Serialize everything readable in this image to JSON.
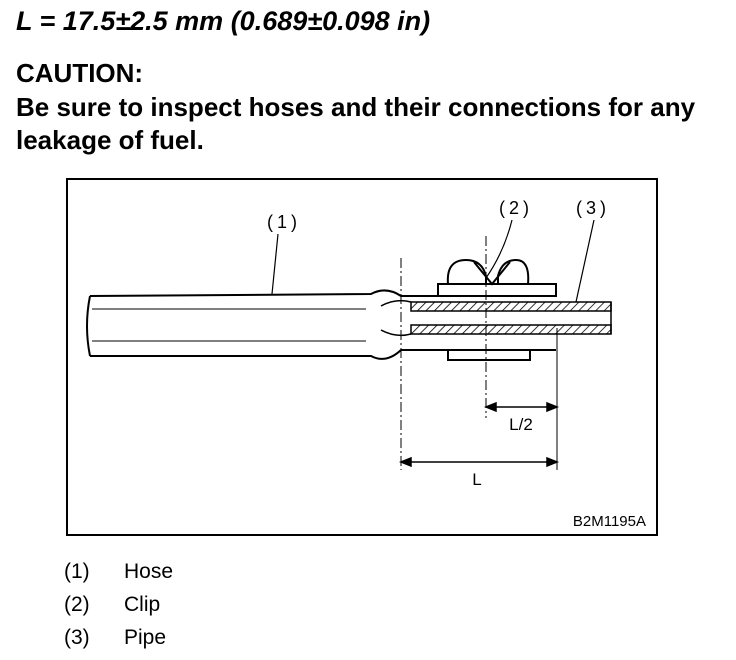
{
  "spec_line": "L = 17.5±2.5 mm (0.689±0.098 in)",
  "caution": {
    "title": "CAUTION:",
    "text": "Be sure to inspect hoses and their connections for any leakage of fuel."
  },
  "figure": {
    "callouts": [
      "(1)",
      "(2)",
      "(3)"
    ],
    "dim_half": "L/2",
    "dim_full": "L",
    "code": "B2M1195A"
  },
  "legend": [
    {
      "num": "(1)",
      "label": "Hose"
    },
    {
      "num": "(2)",
      "label": "Clip"
    },
    {
      "num": "(3)",
      "label": "Pipe"
    }
  ]
}
